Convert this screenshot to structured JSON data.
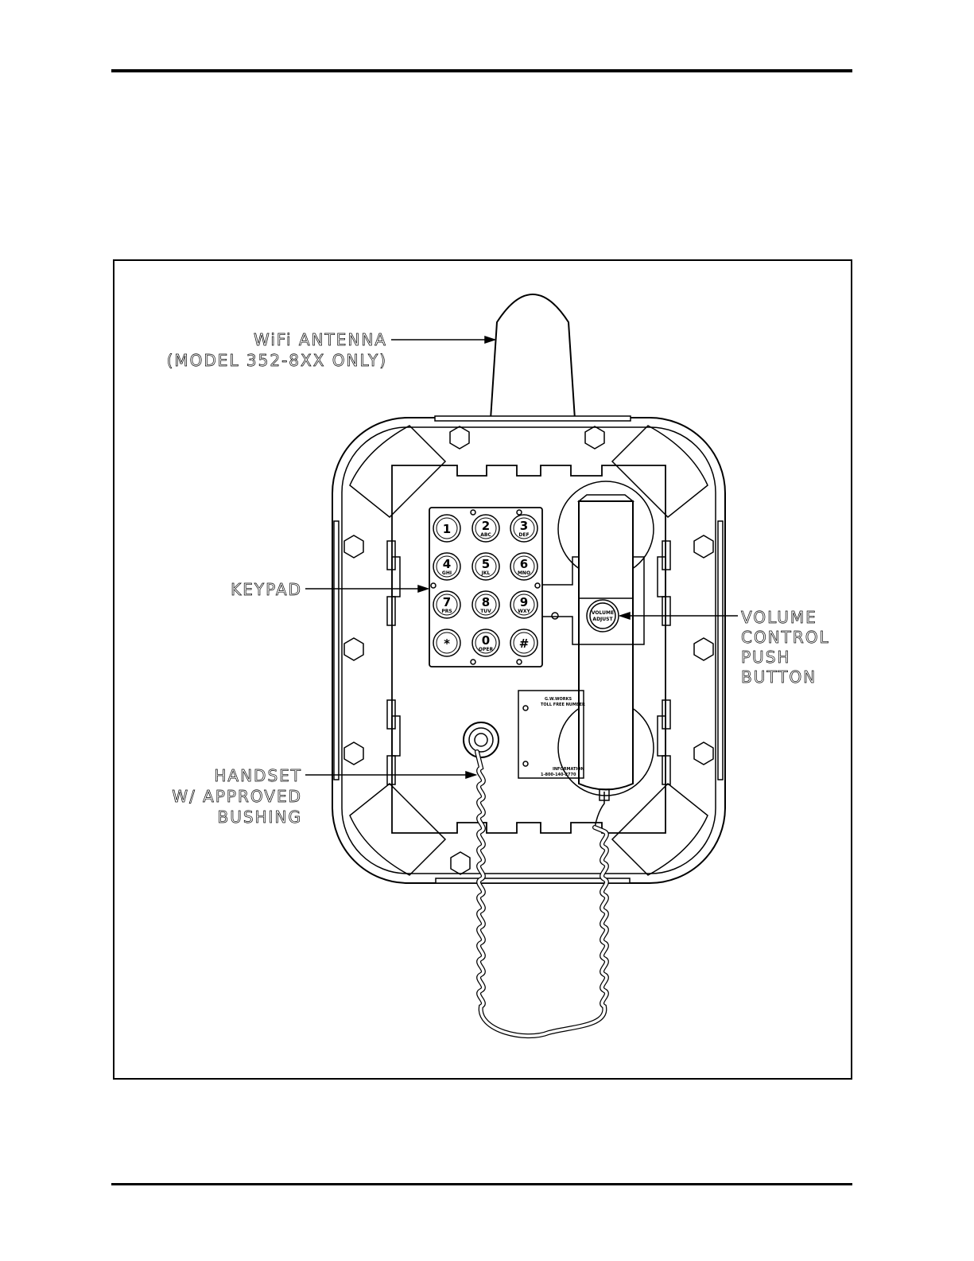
{
  "callouts": {
    "antenna": [
      "WiFi ANTENNA",
      "(MODEL 352-8XX ONLY)"
    ],
    "keypad": [
      "KEYPAD"
    ],
    "volume": [
      "VOLUME",
      "CONTROL",
      "PUSH",
      "BUTTON"
    ],
    "handset": [
      "HANDSET",
      "W/ APPROVED",
      "BUSHING"
    ]
  },
  "keypad_keys": [
    {
      "digit": "1",
      "sub": ""
    },
    {
      "digit": "2",
      "sub": "ABC"
    },
    {
      "digit": "3",
      "sub": "DEF"
    },
    {
      "digit": "4",
      "sub": "GHI"
    },
    {
      "digit": "5",
      "sub": "JKL"
    },
    {
      "digit": "6",
      "sub": "MNO"
    },
    {
      "digit": "7",
      "sub": "PRS"
    },
    {
      "digit": "8",
      "sub": "TUV"
    },
    {
      "digit": "9",
      "sub": "WXY"
    },
    {
      "digit": "*",
      "sub": ""
    },
    {
      "digit": "0",
      "sub": "OPER"
    },
    {
      "digit": "#",
      "sub": ""
    }
  ],
  "volume_button": [
    "VOLUME",
    "ADJUST"
  ],
  "nameplate": [
    "G.W.WORKS",
    "TOLL FREE NUMBER",
    "INFORMATION",
    "1-800-140-2770"
  ]
}
